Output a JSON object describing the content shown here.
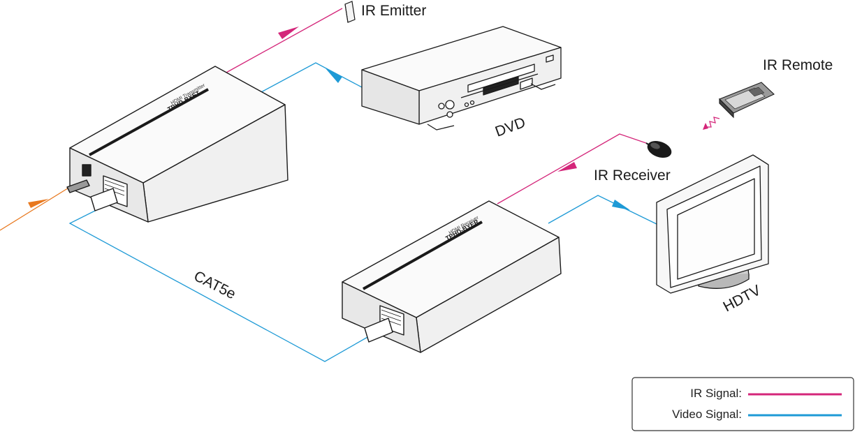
{
  "labels": {
    "ir_emitter": "IR Emitter",
    "ir_remote": "IR Remote",
    "dvd": "DVD",
    "ir_receiver": "IR Receiver",
    "hdtv": "HDTV",
    "cat5e": "CAT5e"
  },
  "devices": {
    "transmitter": {
      "brand": "TPHD-BYET",
      "model": "HDMI Transmitter"
    },
    "receiver": {
      "brand": "TPHD-BYER",
      "model": "HDMI Receiver"
    }
  },
  "legend": {
    "ir_signal": "IR Signal:",
    "video_signal": "Video Signal:"
  },
  "colors": {
    "ir_signal": "#d4267a",
    "video_signal": "#1e9ad6",
    "power": "#e8781e",
    "device_outline": "#1a1a1a",
    "device_fill": "#f2f2f2"
  }
}
